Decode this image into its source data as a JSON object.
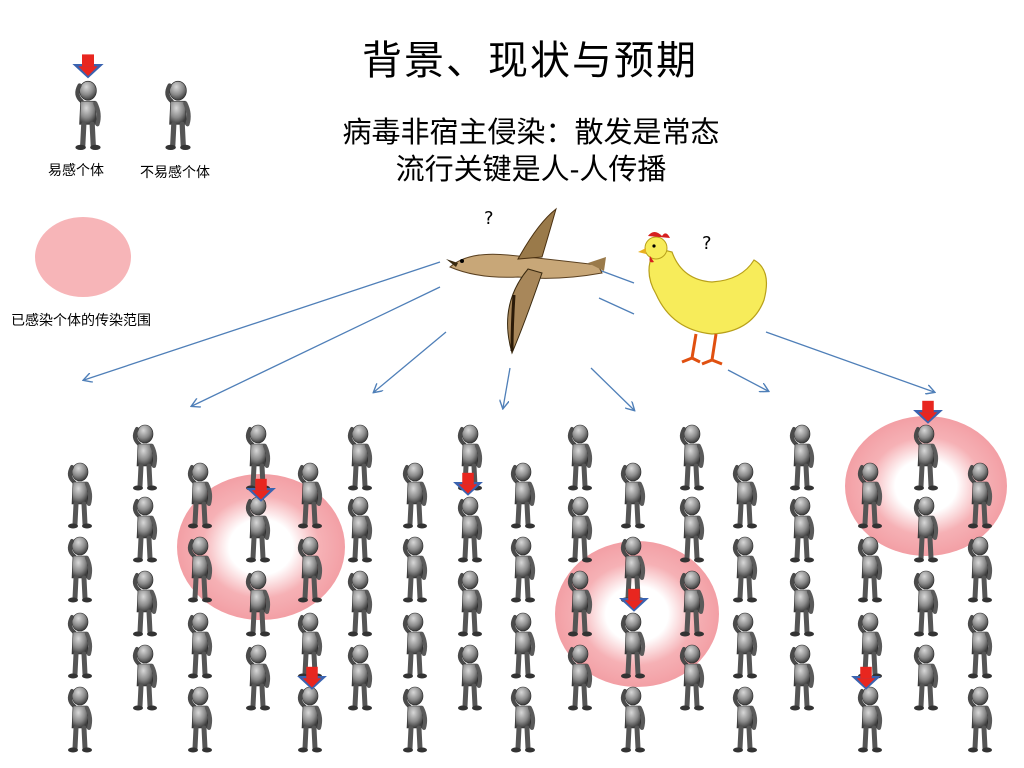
{
  "slide": {
    "title": "背景、现状与预期",
    "subtitle_line1": "病毒非宿主侵染：散发是常态",
    "subtitle_line2": "流行关键是人-人传播"
  },
  "legend": {
    "susceptible_label": "易感个体",
    "non_susceptible_label": "不易感个体",
    "infection_range_label": "已感染个体的传染范围"
  },
  "sources": {
    "bird_question": "?",
    "chicken_question": "?"
  },
  "colors": {
    "arrow_blue": "#4f7fb8",
    "marker_red": "#e8261f",
    "marker_blue": "#3a63b0",
    "infection_pink": "#f4a3a8",
    "figure_gray": "#8a8a8a"
  }
}
